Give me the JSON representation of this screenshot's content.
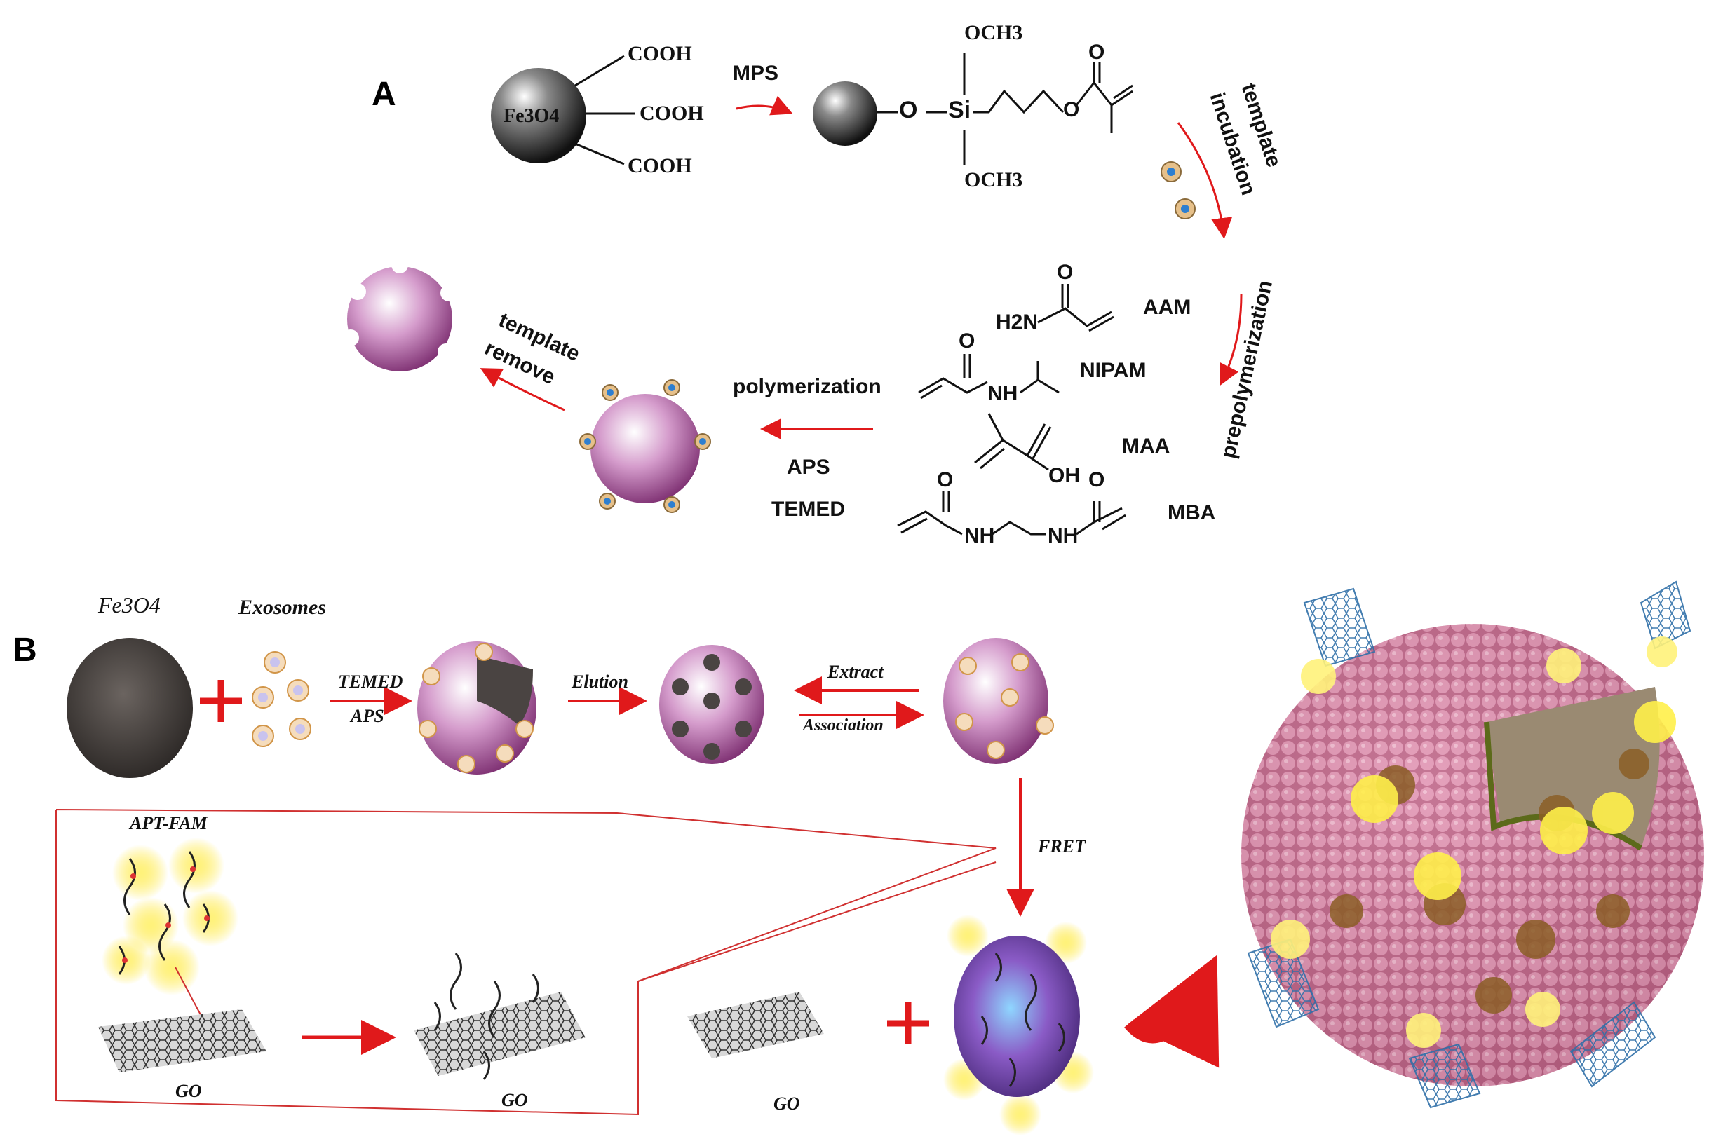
{
  "panel_a": {
    "panel_label": "A",
    "fe3o4": "Fe3O4",
    "cooh_1": "COOH",
    "cooh_2": "COOH",
    "cooh_3": "COOH",
    "mps": "MPS",
    "och3_top": "OCH3",
    "och3_bottom": "OCH3",
    "o_link": "O",
    "si": "Si",
    "o_ester": "O",
    "o_carbonyl": "O",
    "template": "template",
    "incubation": "incubation",
    "prepolymerization": "prepolymerization",
    "aam_o": "O",
    "h2n": "H2N",
    "aam": "AAM",
    "nipam_o": "O",
    "nipam_nh": "NH",
    "nipam": "NIPAM",
    "maa_oh": "OH",
    "maa": "MAA",
    "mba_o1": "O",
    "mba_o2": "O",
    "mba_nh1": "NH",
    "mba_nh2": "NH",
    "mba": "MBA",
    "polymerization": "polymerization",
    "aps": "APS",
    "temed": "TEMED",
    "template_remove_1": "template",
    "template_remove_2": "remove"
  },
  "panel_b": {
    "panel_label": "B",
    "fe3o4": "Fe3O4",
    "exosomes": "Exosomes",
    "temed": "TEMED",
    "aps": "APS",
    "elution": "Elution",
    "extract": "Extract",
    "association": "Association",
    "fret": "FRET",
    "apt_fam": "APT-FAM",
    "go_1": "GO",
    "go_2": "GO",
    "go_3": "GO"
  },
  "colors": {
    "arrow_red": "#e0191b",
    "purple": "#9b3b8a",
    "pink_bead": "#c9728f",
    "glow_yellow": "#ffe84a"
  }
}
